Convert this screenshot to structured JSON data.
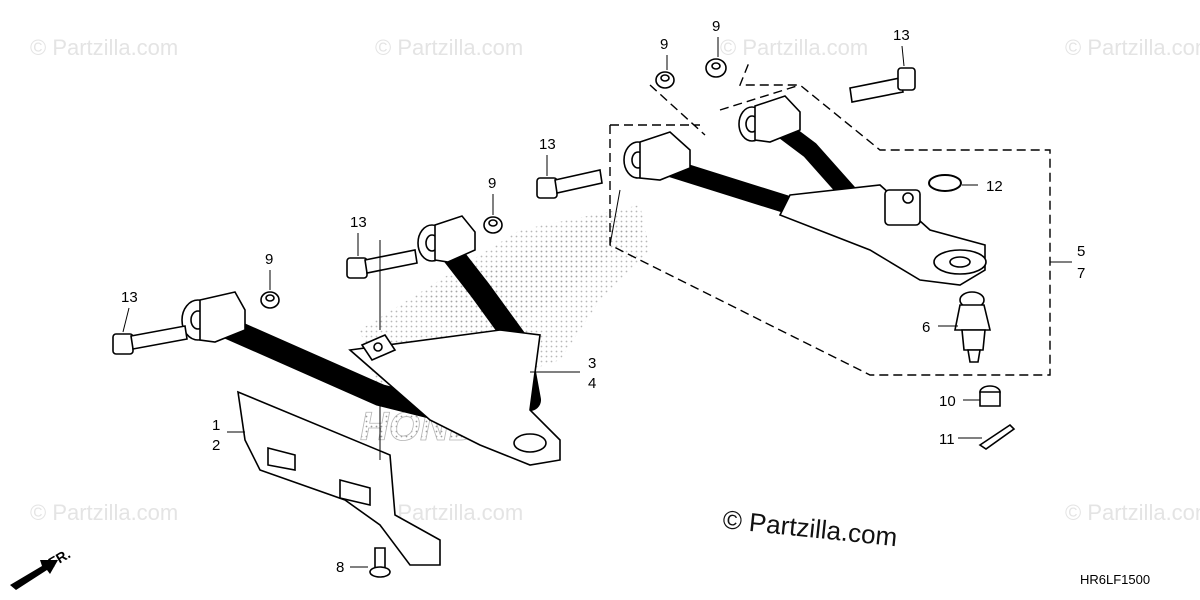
{
  "watermark": "© Partzilla.com",
  "brand": "© Partzilla.com",
  "diagram_code": "HR6LF1500",
  "front_indicator": "FR.",
  "ghost_logo": "HONDA",
  "callouts": {
    "c1": "1",
    "c2": "2",
    "c3": "3",
    "c4": "4",
    "c5": "5",
    "c6": "6",
    "c7": "7",
    "c8": "8",
    "c9a": "9",
    "c9b": "9",
    "c9c": "9",
    "c9d": "9",
    "c10": "10",
    "c11": "11",
    "c12": "12",
    "c13a": "13",
    "c13b": "13",
    "c13c": "13",
    "c13d": "13"
  }
}
